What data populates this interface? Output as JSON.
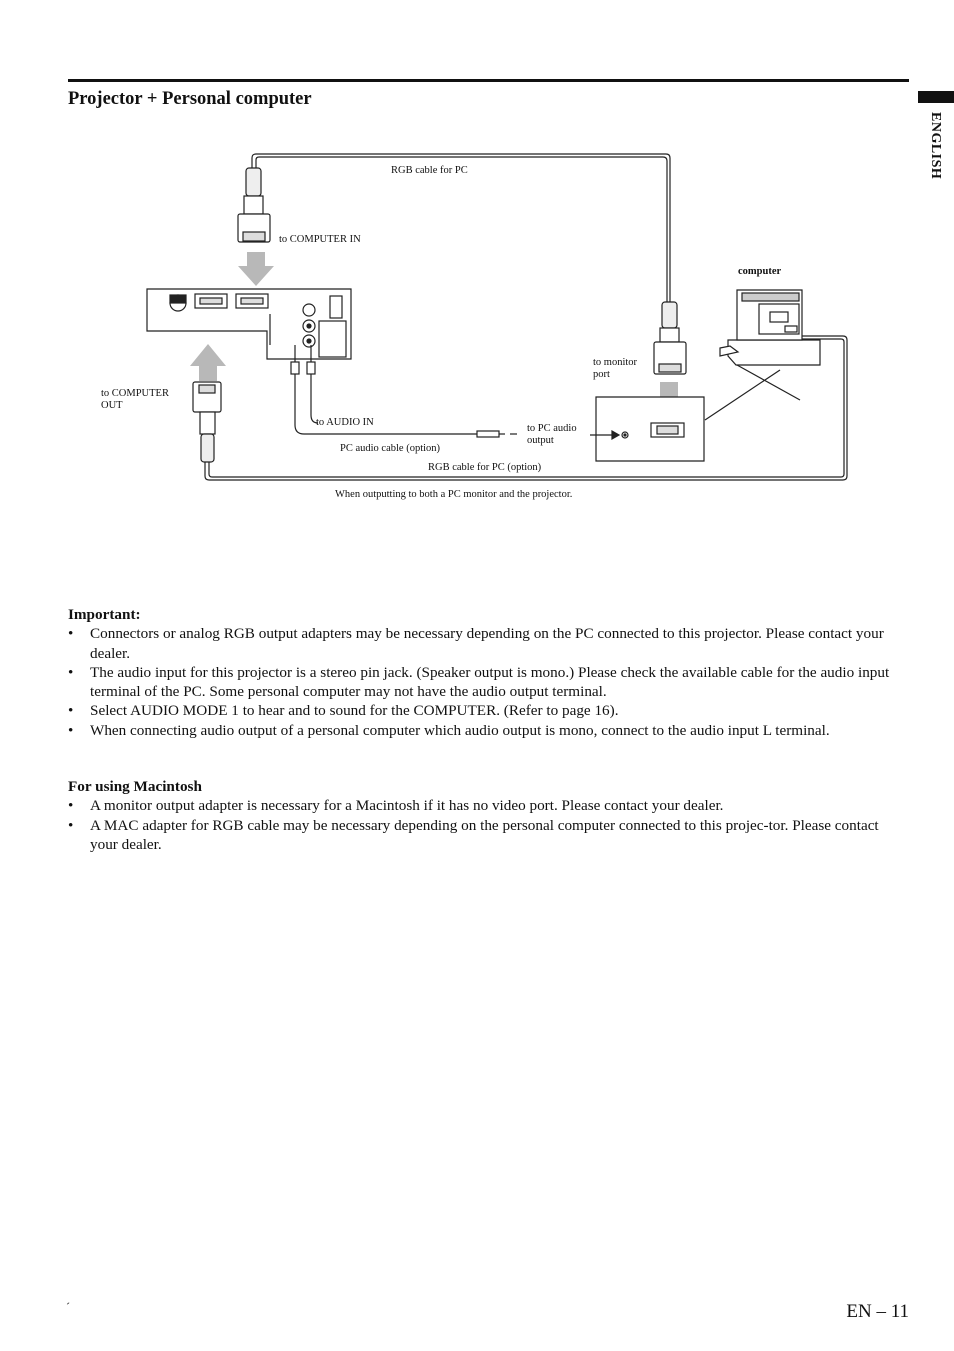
{
  "section_title": "Projector + Personal computer",
  "side_tab": "ENGLISH",
  "diagram": {
    "rgb_cable_top": "RGB cable for PC",
    "to_computer_in": "to COMPUTER IN",
    "computer": "computer",
    "to_monitor_port": [
      "to monitor",
      "port"
    ],
    "to_computer_out": [
      "to COMPUTER",
      "OUT"
    ],
    "to_audio_in": "to  AUDIO IN",
    "to_pc_audio_output": [
      "to PC audio",
      "output"
    ],
    "pc_audio_cable": "PC audio cable (option)",
    "rgb_cable_option": "RGB cable for PC (option)",
    "caption": "When outputting to both a PC monitor and the projector."
  },
  "important": {
    "heading": "Important:",
    "items": [
      "Connectors or analog RGB output adapters may be necessary depending on the PC connected to this projector. Please contact your dealer.",
      "The audio input for this projector is a stereo pin jack.  (Speaker output is mono.)  Please check the available cable for the audio input terminal of the PC.  Some personal computer may not have the audio output terminal.",
      "Select AUDIO MODE 1 to hear and to sound for the COMPUTER. (Refer to page 16).",
      "When connecting audio output of a personal computer which audio output is mono, connect to the audio input L terminal."
    ]
  },
  "macintosh": {
    "heading": "For using Macintosh",
    "items": [
      "A monitor output adapter is necessary for a Macintosh if it has no video port. Please contact your dealer.",
      "A MAC adapter for RGB cable may be necessary depending on the personal computer connected to this projec-tor.  Please contact your dealer."
    ]
  },
  "bullet": "•",
  "page_number": "EN – 11",
  "corner_mark": "´"
}
